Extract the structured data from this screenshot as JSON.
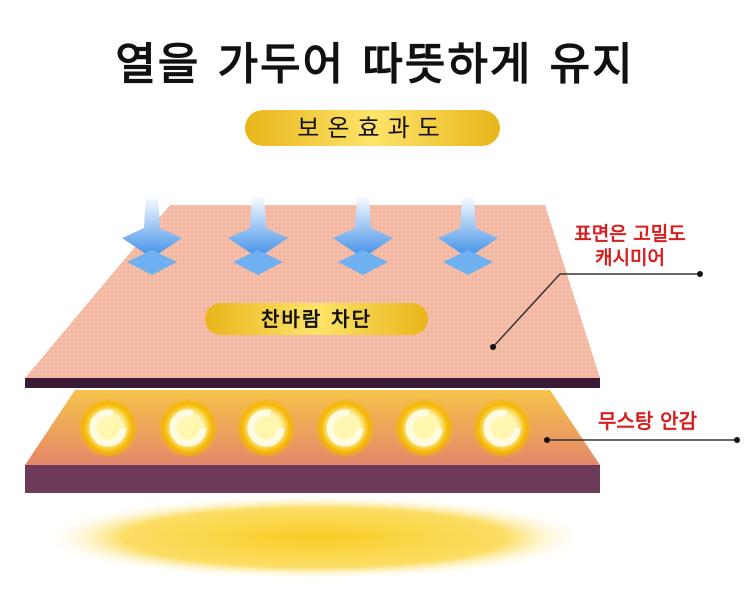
{
  "title": "열을 가두어 따뜻하게 유지",
  "badge_top": "보온효과도",
  "badge_mid": "찬바람 차단",
  "labels": {
    "top_layer_line1": "표면은 고밀도",
    "top_layer_line2": "캐시미어",
    "bottom_layer": "무스탕 안감"
  },
  "colors": {
    "accent_red": "#d61f1f",
    "badge_gold": "#f2c230",
    "layer_edge": "#3a1a35"
  }
}
